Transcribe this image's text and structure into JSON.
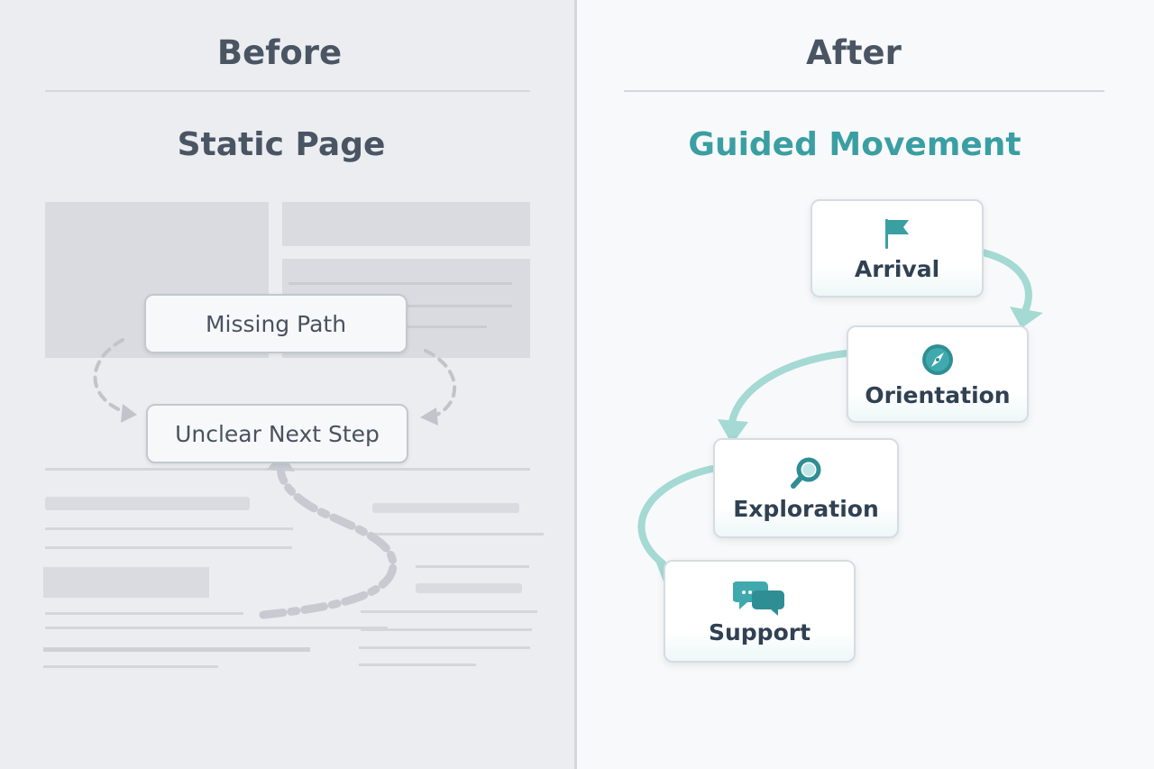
{
  "before": {
    "heading": "Before",
    "subheading": "Static Page",
    "missing_path": "Missing Path",
    "unclear_next_step": "Unclear Next Step"
  },
  "after": {
    "heading": "After",
    "subheading": "Guided Movement",
    "steps": [
      {
        "label": "Arrival",
        "icon": "flag-icon"
      },
      {
        "label": "Orientation",
        "icon": "compass-icon"
      },
      {
        "label": "Exploration",
        "icon": "magnifier-icon"
      },
      {
        "label": "Support",
        "icon": "chat-bubbles-icon"
      }
    ]
  },
  "colors": {
    "accent": "#3a9fa3",
    "flow_arrow": "#a4d9d4",
    "dashed_gray": "#c1c4ca",
    "heading": "#4a5563"
  }
}
